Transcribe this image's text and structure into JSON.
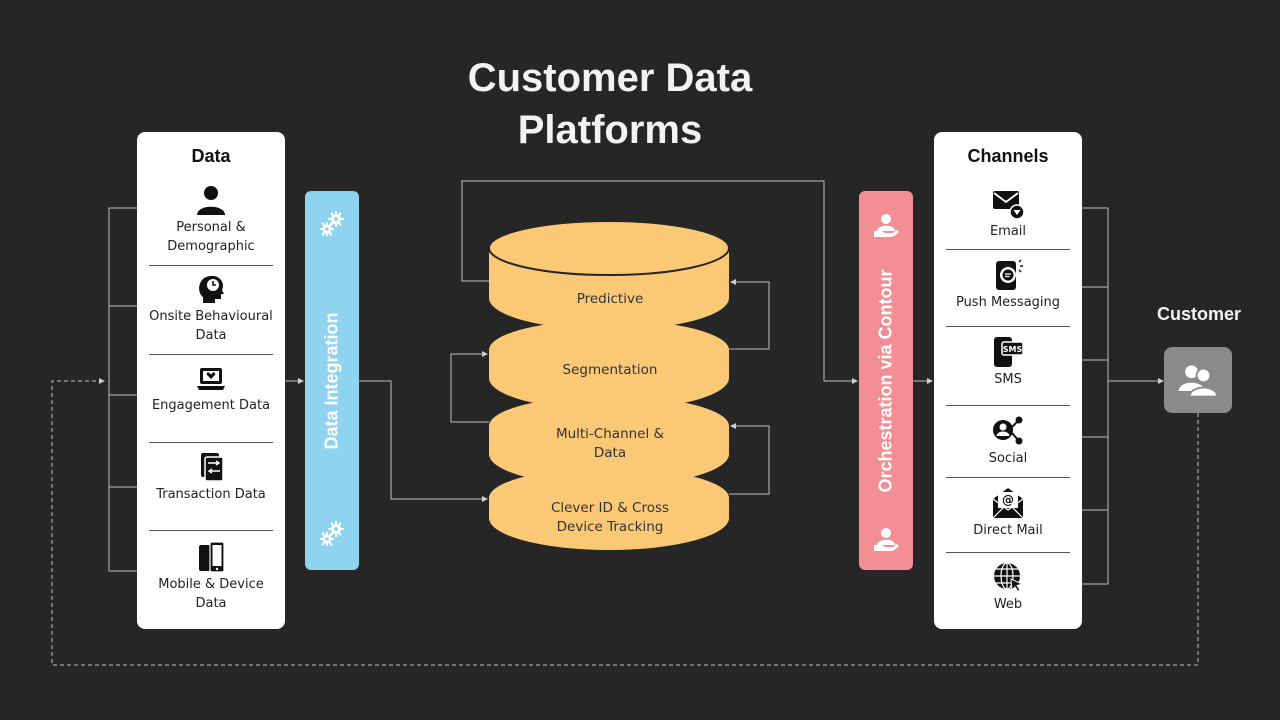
{
  "title": "Customer Data Platforms",
  "data_panel": {
    "heading": "Data",
    "items": [
      {
        "label": "Personal & Demographic",
        "icon": "person-icon"
      },
      {
        "label": "Onsite Behavioural Data",
        "icon": "head-clock-icon"
      },
      {
        "label": "Engagement Data",
        "icon": "laptop-heart-icon"
      },
      {
        "label": "Transaction Data",
        "icon": "transaction-doc-icon"
      },
      {
        "label": "Mobile & Device Data",
        "icon": "devices-icon"
      }
    ]
  },
  "integration_bar": {
    "label": "Data Integration",
    "color": "#8ed3ef",
    "icon": "gears-icon"
  },
  "database": {
    "color": "#fbc876",
    "layers": [
      "Predictive",
      "Segmentation",
      "Multi-Channel & Data",
      "Clever ID & Cross Device Tracking"
    ]
  },
  "orchestration_bar": {
    "label": "Orchestration via Contour",
    "color": "#f28e94",
    "icon": "user-hand-icon"
  },
  "channels_panel": {
    "heading": "Channels",
    "items": [
      {
        "label": "Email",
        "icon": "envelope-icon"
      },
      {
        "label": "Push Messaging",
        "icon": "phone-chat-icon"
      },
      {
        "label": "SMS",
        "icon": "sms-icon"
      },
      {
        "label": "Social",
        "icon": "social-share-icon"
      },
      {
        "label": "Direct Mail",
        "icon": "mail-at-icon"
      },
      {
        "label": "Web",
        "icon": "globe-cursor-icon"
      }
    ]
  },
  "customer": {
    "label": "Customer",
    "icon": "users-icon",
    "color": "#8a8a8a"
  }
}
